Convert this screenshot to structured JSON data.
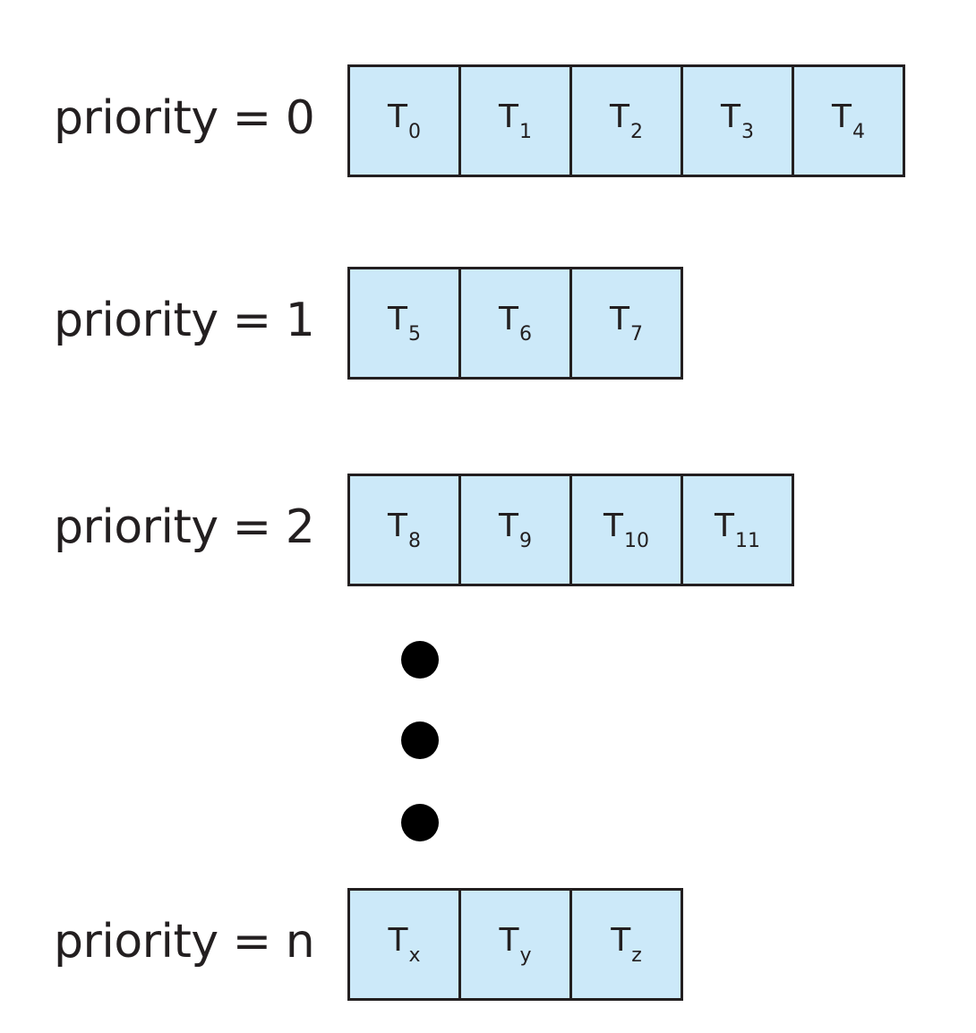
{
  "queues": [
    {
      "label": "priority = 0",
      "threads": [
        {
          "base": "T",
          "sub": "0"
        },
        {
          "base": "T",
          "sub": "1"
        },
        {
          "base": "T",
          "sub": "2"
        },
        {
          "base": "T",
          "sub": "3"
        },
        {
          "base": "T",
          "sub": "4"
        }
      ]
    },
    {
      "label": "priority = 1",
      "threads": [
        {
          "base": "T",
          "sub": "5"
        },
        {
          "base": "T",
          "sub": "6"
        },
        {
          "base": "T",
          "sub": "7"
        }
      ]
    },
    {
      "label": "priority = 2",
      "threads": [
        {
          "base": "T",
          "sub": "8"
        },
        {
          "base": "T",
          "sub": "9"
        },
        {
          "base": "T",
          "sub": "10"
        },
        {
          "base": "T",
          "sub": "11"
        }
      ]
    },
    {
      "label": "priority = n",
      "threads": [
        {
          "base": "T",
          "sub": "x"
        },
        {
          "base": "T",
          "sub": "y"
        },
        {
          "base": "T",
          "sub": "z"
        }
      ]
    }
  ],
  "colors": {
    "cell_fill": "#cce9f9",
    "stroke": "#231f20",
    "ellipsis_dot": "#000000"
  },
  "ellipsis": {
    "icon": "vertical-ellipsis-dots"
  }
}
